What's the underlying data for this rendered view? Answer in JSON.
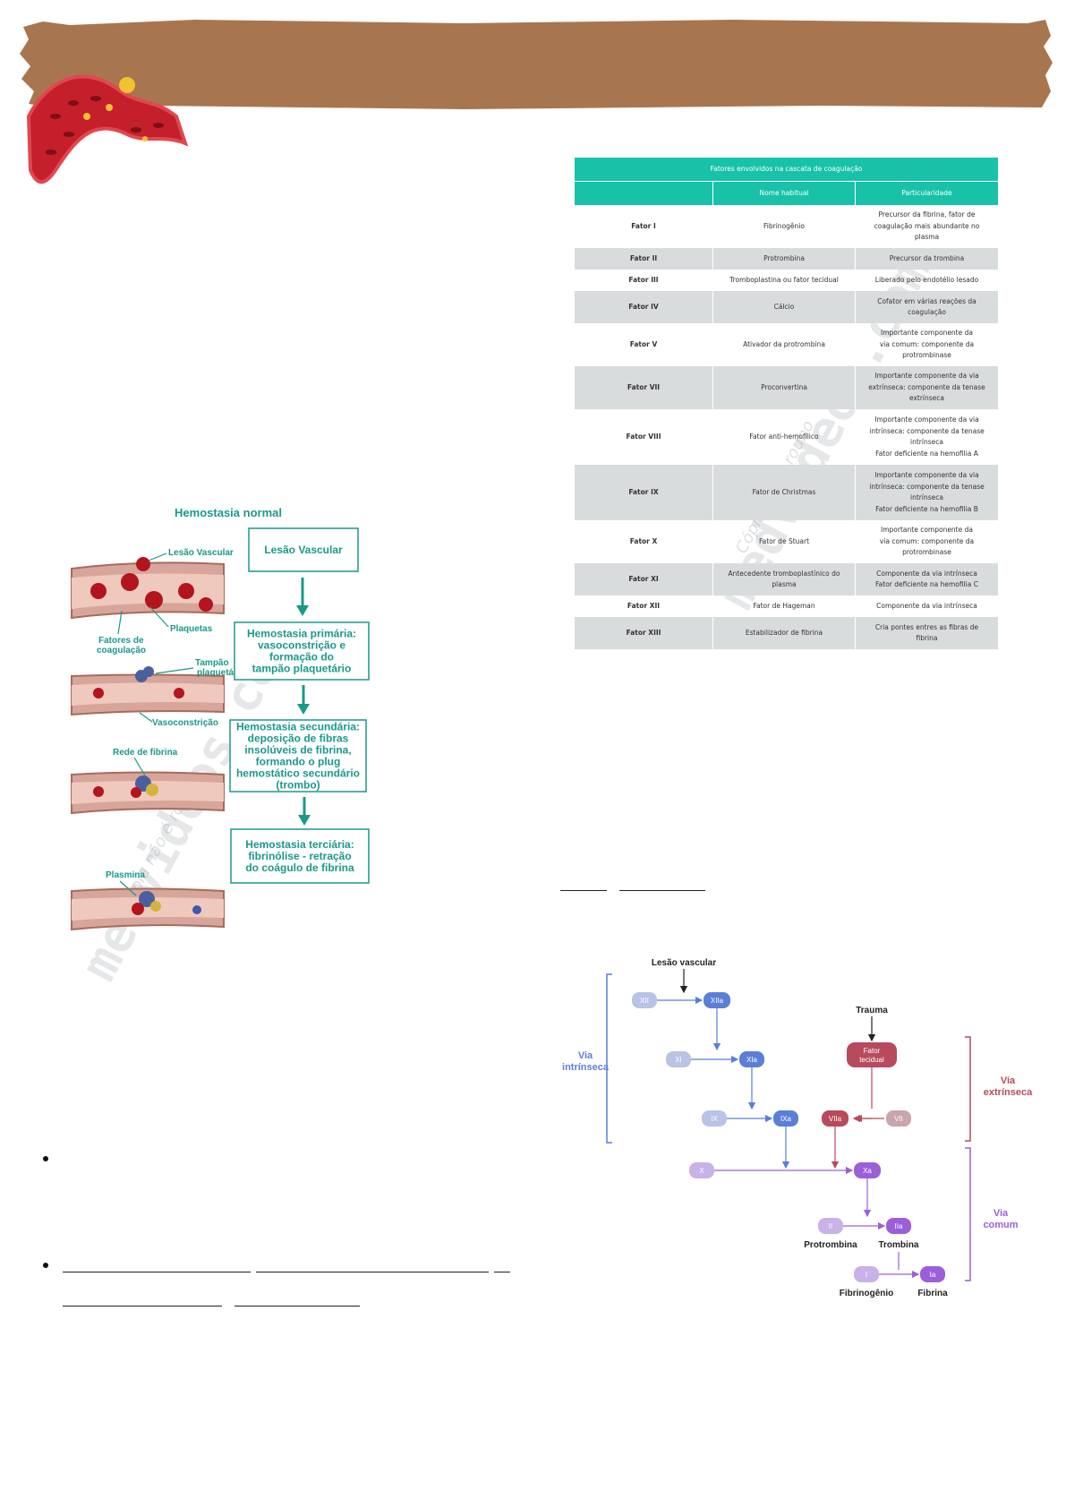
{
  "banner": {
    "color": "#a8764e",
    "vessel_color": "#c41f2a"
  },
  "watermark": {
    "main": "medvideos.com",
    "sub": "Cópia não é roubo"
  },
  "factors_table": {
    "title": "Fatores envolvidos na cascata de coagulação",
    "headers": [
      "",
      "Nome habitual",
      "Particularidade"
    ],
    "rows": [
      {
        "factor": "Fator I",
        "name": "Fibrinogênio",
        "note": [
          "Precursor da fibrina, fator de",
          "coagulação mais abundante no",
          "plasma"
        ]
      },
      {
        "factor": "Fator II",
        "name": "Protrombina",
        "note": [
          "Precursor da trombina"
        ]
      },
      {
        "factor": "Fator III",
        "name": "Tromboplastina ou fator tecidual",
        "note": [
          "Liberado pelo endotélio lesado"
        ]
      },
      {
        "factor": "Fator IV",
        "name": "Cálcio",
        "note": [
          "Cofator em várias reações da",
          "coagulação"
        ]
      },
      {
        "factor": "Fator V",
        "name": "Ativador da protrombina",
        "note": [
          "Importante componente da",
          "via comum: componente da",
          "protrombinase"
        ]
      },
      {
        "factor": "Fator VII",
        "name": "Proconvertina",
        "note": [
          "Importante componente da via",
          "extrínseca: componente da tenase",
          "extrínseca"
        ]
      },
      {
        "factor": "Fator VIII",
        "name": "Fator anti-hemofílico",
        "note": [
          "Importante componente da via",
          "intrínseca: componente da tenase",
          "intrínseca",
          "Fator deficiente na hemofilia A"
        ]
      },
      {
        "factor": "Fator IX",
        "name": "Fator de Christmas",
        "note": [
          "Importante componente da via",
          "intrínseca: componente da tenase",
          "intrínseca",
          "Fator deficiente na hemofilia B"
        ]
      },
      {
        "factor": "Fator X",
        "name": "Fator de Stuart",
        "note": [
          "Importante componente da",
          "via comum: componente da",
          "protrombinase"
        ]
      },
      {
        "factor": "Fator XI",
        "name": [
          "Antecedente tromboplastínico do",
          "plasma"
        ],
        "note": [
          "Componente da via intrínseca",
          "Fator deficiente na hemofilia C"
        ]
      },
      {
        "factor": "Fator XII",
        "name": "Fator de Hageman",
        "note": [
          "Componente da via intrínseca"
        ]
      },
      {
        "factor": "Fator XIII",
        "name": "Estabilizador de fibrina",
        "note": [
          "Cria pontes entres as fibras de",
          "fibrina"
        ]
      }
    ]
  },
  "hemostasis": {
    "title": "Hemostasia normal",
    "labels": {
      "lesao": "Lesão Vascular",
      "fatores_1": "Fatores de",
      "fatores_2": "coagulação",
      "plaquetas": "Plaquetas",
      "tampao_1": "Tampão",
      "tampao_2": "plaquetário",
      "vasoconstricao": "Vasoconstrição",
      "rede": "Rede de fibrina",
      "plasmina": "Plasmina"
    },
    "steps": [
      [
        "Lesão Vascular"
      ],
      [
        "Hemostasia primária:",
        "vasoconstrição e",
        "formação do",
        "tampão plaquetário"
      ],
      [
        "Hemostasia secundária:",
        "deposição de fibras",
        "insolúveis de fibrina,",
        "formando o plug",
        "hemostático secundário",
        "(trombo)"
      ],
      [
        "Hemostasia terciária:",
        "fibrinólise - retração",
        "do coágulo de fibrina"
      ]
    ],
    "accent": "#1a9988"
  },
  "cascade": {
    "lesao": "Lesão vascular",
    "trauma": "Trauma",
    "fator_tecidual": [
      "Fator",
      "tecidual"
    ],
    "via_intrinseca": [
      "Via",
      "intrínseca"
    ],
    "via_extrinseca": [
      "Via",
      "extrínseca"
    ],
    "via_comum": [
      "Via",
      "comum"
    ],
    "nodes": {
      "XII": "XII",
      "XIIa": "XIIa",
      "XI": "XI",
      "XIa": "XIa",
      "IX": "IX",
      "IXa": "IXa",
      "VIIa": "VIIa",
      "VII": "VII",
      "X": "X",
      "Xa": "Xa",
      "II": "II",
      "IIa": "IIa",
      "I": "I",
      "Ia": "Ia"
    },
    "protrombina": "Protrombina",
    "trombina": "Trombina",
    "fibrinogenio": "Fibrinogênio",
    "fibrina": "Fibrina",
    "colors": {
      "intrinsic": "#5b7fd6",
      "intrinsic_light": "#b9c3e6",
      "extrinsic": "#b84a5e",
      "extrinsic_light": "#c9a5ad",
      "common": "#9b5fd9",
      "common_light": "#c8b2e8"
    }
  }
}
